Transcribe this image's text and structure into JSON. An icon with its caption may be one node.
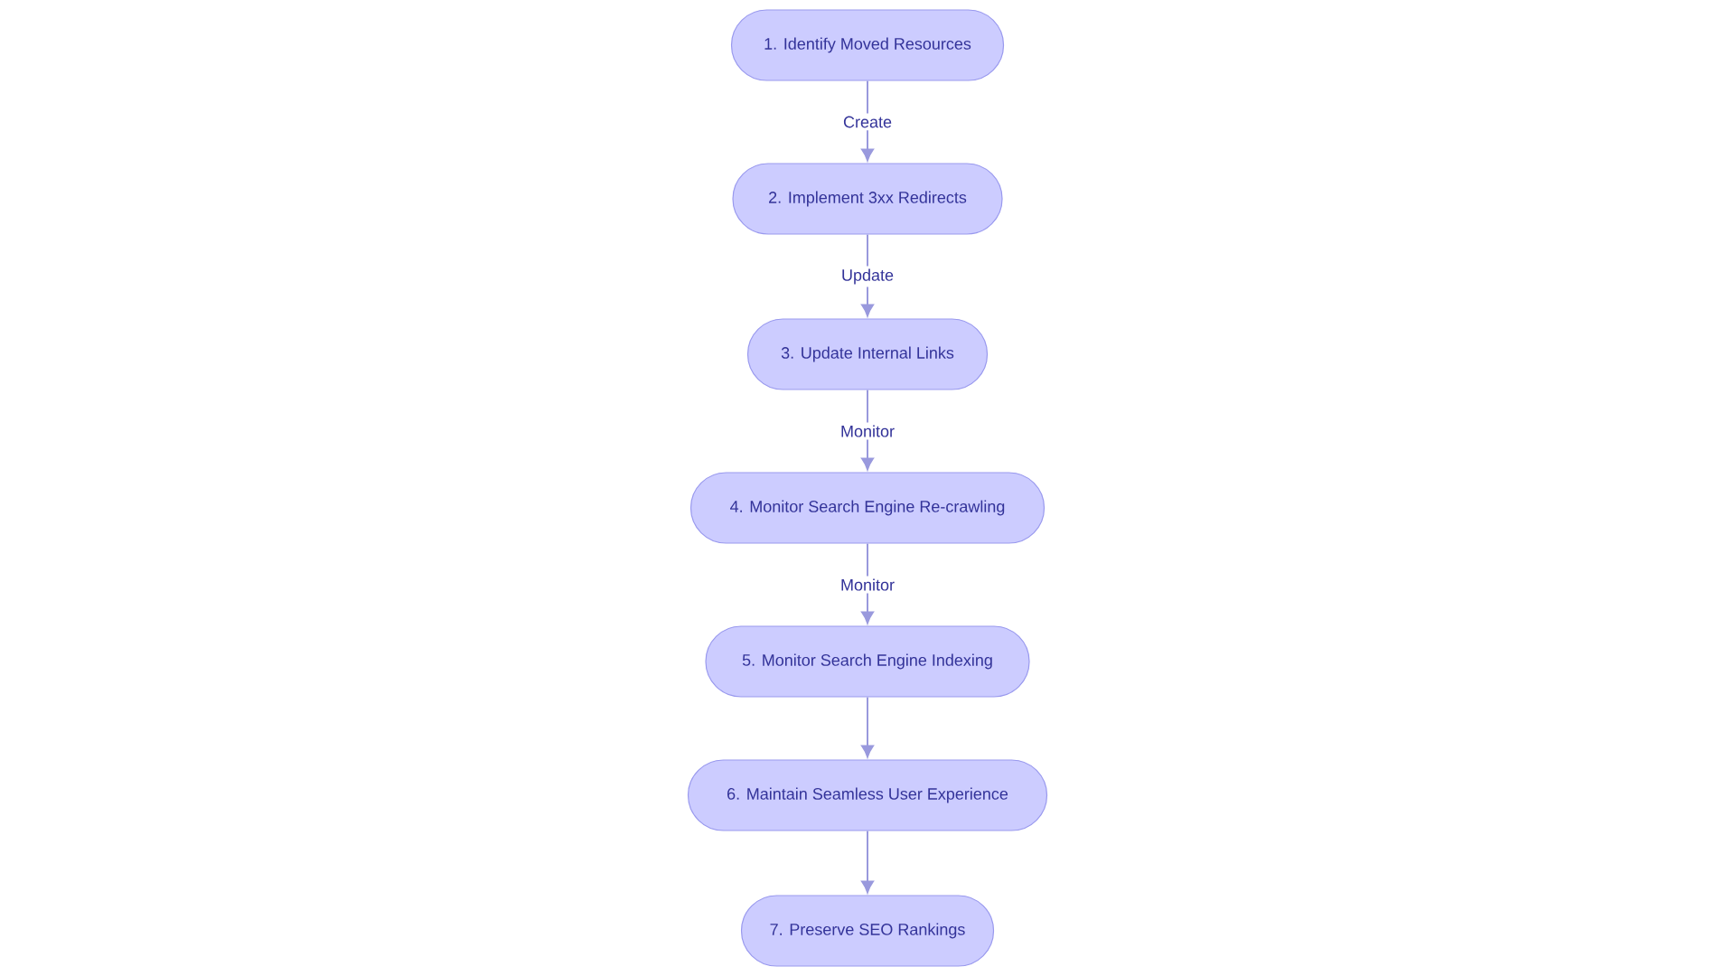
{
  "diagram": {
    "nodes": [
      {
        "text": [
          "1. Identify Moved Resources"
        ]
      },
      {
        "text": [
          "2. Implement 3xx Redirects"
        ]
      },
      {
        "text": [
          "3. Update Internal Links"
        ]
      },
      {
        "text": [
          "4. Monitor Search Engine Re-crawling"
        ]
      },
      {
        "text": [
          "5. Monitor Search Engine Indexing"
        ]
      },
      {
        "text": [
          "6. Maintain Seamless User Experience"
        ]
      },
      {
        "text": [
          "7. Preserve SEO Rankings"
        ]
      }
    ],
    "edges": [
      {
        "from": 0,
        "to": 1,
        "arrow": "to",
        "label": "Create"
      },
      {
        "from": 1,
        "to": 2,
        "arrow": "to",
        "label": "Update"
      },
      {
        "from": 2,
        "to": 3,
        "arrow": "to",
        "label": "Monitor"
      },
      {
        "from": 3,
        "to": 4,
        "arrow": "to",
        "label": "Monitor"
      },
      {
        "from": 4,
        "to": 5,
        "arrow": "to"
      },
      {
        "from": 5,
        "to": 6,
        "arrow": "to"
      }
    ]
  }
}
